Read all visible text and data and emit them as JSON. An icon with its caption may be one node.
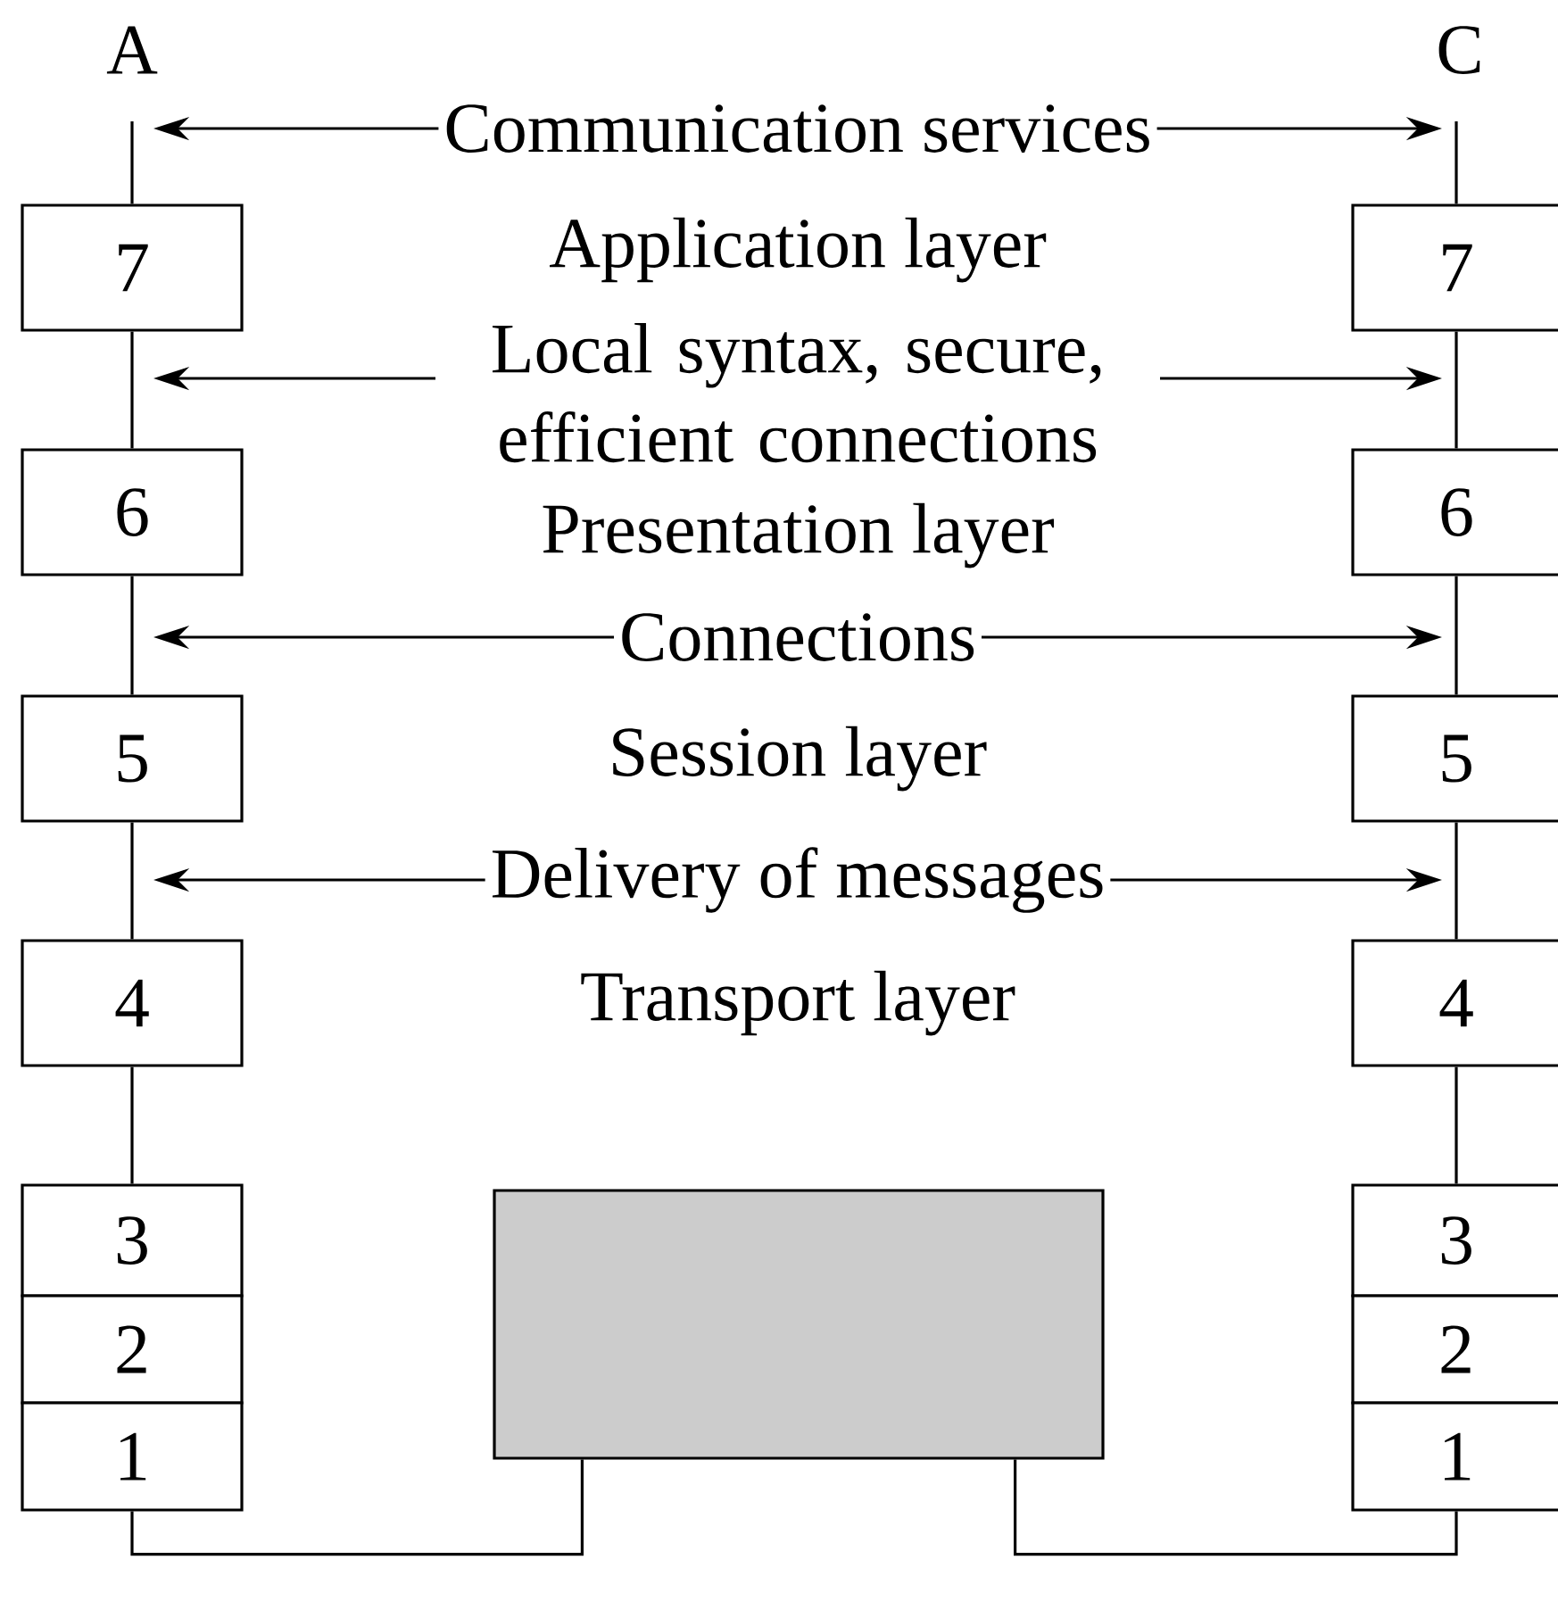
{
  "diagram": {
    "nodes": [
      {
        "text": [
          "7"
        ]
      },
      {
        "text": [
          "6"
        ]
      },
      {
        "text": [
          "5"
        ]
      },
      {
        "text": [
          "4"
        ]
      },
      {
        "text": [
          "3"
        ]
      },
      {
        "text": [
          "2"
        ]
      },
      {
        "text": [
          "1"
        ]
      },
      {
        "text": [],
        "shape": "box"
      },
      {
        "text": [
          "7"
        ]
      },
      {
        "text": [
          "6"
        ]
      },
      {
        "text": [
          "5"
        ]
      },
      {
        "text": [
          "4"
        ]
      },
      {
        "text": [
          "3"
        ]
      },
      {
        "text": [
          "2"
        ]
      },
      {
        "text": [
          "1"
        ]
      }
    ],
    "edges": [
      {
        "from": null,
        "to": 0,
        "arrow": "none"
      },
      {
        "from": 0,
        "to": 1,
        "arrow": "none"
      },
      {
        "from": 1,
        "to": 2,
        "arrow": "none"
      },
      {
        "from": 2,
        "to": 3,
        "arrow": "none"
      },
      {
        "from": 3,
        "to": 4,
        "arrow": "none"
      },
      {
        "from": 6,
        "to": 7,
        "arrow": "none"
      },
      {
        "from": null,
        "to": 8,
        "arrow": "none"
      },
      {
        "from": 8,
        "to": 9,
        "arrow": "none"
      },
      {
        "from": 9,
        "to": 10,
        "arrow": "none"
      },
      {
        "from": 10,
        "to": 11,
        "arrow": "none"
      },
      {
        "from": 11,
        "to": 12,
        "arrow": "none"
      },
      {
        "from": 7,
        "to": 14,
        "arrow": "none"
      }
    ],
    "labels": [
      "A",
      "C",
      "Communication services",
      "Application layer",
      "Local syntax, secure, efficient connections",
      "Presentation layer",
      "Connections",
      "Session layer",
      "Delivery of messages",
      "Transport layer"
    ]
  }
}
